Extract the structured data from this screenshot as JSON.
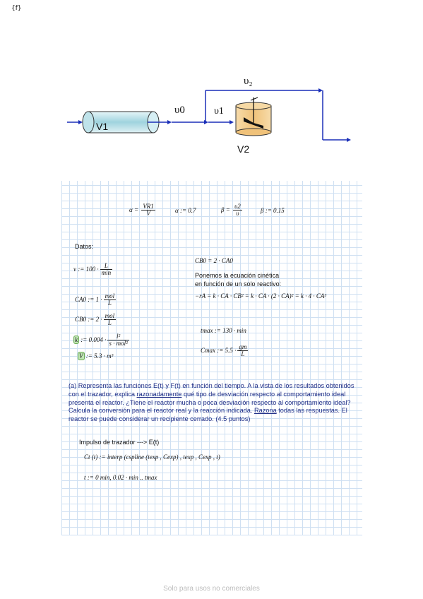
{
  "corner_mark": "{f}",
  "diagram": {
    "v2": "υ₂",
    "v0": "υ0",
    "v1": "υ1",
    "V1": "V1",
    "V2": "V2"
  },
  "defs": {
    "alpha_eq": "α = ",
    "alpha_num": "VR1",
    "alpha_den": "V",
    "alpha_val": "α := 0.7",
    "beta_eq": "β = ",
    "beta_num": "υ2",
    "beta_den": "υ",
    "beta_val": "β := 0.15"
  },
  "datos": {
    "label": "Datos:",
    "v_lhs": "v := 100 ·",
    "v_num": "L",
    "v_den": "min",
    "ca0_lhs": "CA0 := 1 ·",
    "ca0_num": "mol",
    "ca0_den": "L",
    "cb0_lhs": "CB0 := 2 ·",
    "cb0_num": "mol",
    "cb0_den": "L",
    "k_sym": "k",
    "k_lhs": " := 0.004 ·",
    "k_num": "l²",
    "k_den": "s · mol²",
    "V_sym": "V",
    "V_rhs": " := 5.3 · m³"
  },
  "right": {
    "cb0_rel": "CB0 = 2 · CA0",
    "intro_line1": "Ponemos la ecuación cinética",
    "intro_line2": "en función de un solo reactivo:",
    "rate_eq": "−rA = k · CA · CB² = k · CA · (2 · CA)² = k · 4 · CA³",
    "tmax": "tmax := 130 · min",
    "cmax_lhs": "Cmax := 5.5 ·",
    "cmax_num": "gm",
    "cmax_den": "L"
  },
  "question": {
    "part1": "(a) Representa las funciones E(t) y F(t) en función del tiempo. A la vista de los resultados obtenidos con el trazador, explica ",
    "underline1": "razonadamente",
    "part2": " qué tipo de desviación respecto al comportamiento ideal presenta el reactor. ¿Tiene el reactor mucha o poca desviación respecto al comportamiento ideal? Calcula la conversión para el reactor real y la reacción indicada. ",
    "underline2": "Razona",
    "part3": " todas las respuestas. El reactor se puede considerar un recipiente cerrado.  (4.5 puntos)"
  },
  "impulse": {
    "heading": "Impulso de trazador ---> E(t)",
    "ct_def": "Ct (t) := interp (cspline (texp , Cexp) , texp , Cexp , t)",
    "t_range": "t := 0 min, 0.02 · min .. tmax"
  },
  "footer": "Solo para usos no comerciales",
  "colors": {
    "grid": "#cfe0f2",
    "flow_arrow": "#1a2fb8",
    "tank": "#f2c98a",
    "tube": "#bfe3ea",
    "question_text": "#1f2d86",
    "highlight": "#bfe6b4"
  }
}
